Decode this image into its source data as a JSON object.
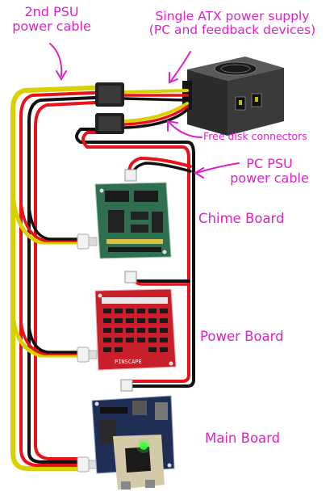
{
  "labels": {
    "second_psu_line1": "2nd PSU",
    "second_psu_line2": "power cable",
    "atx_line1": "Single ATX power supply",
    "atx_line2": "(PC and feedback devices)",
    "free_disk": "Free disk connectors",
    "pc_psu_line1": "PC PSU",
    "pc_psu_line2": "power cable",
    "chime_board": "Chime Board",
    "power_board": "Power Board",
    "main_board": "Main Board"
  },
  "colors": {
    "annotation": "#e020c8",
    "wire_red": "#e8121a",
    "wire_black": "#111111",
    "wire_yellow": "#d8d000",
    "board_green": "#2f6e4e",
    "board_red": "#c8202a",
    "board_blue": "#1e2e54"
  },
  "board_silkscreen": {
    "power_board": "PINSCAPE"
  }
}
